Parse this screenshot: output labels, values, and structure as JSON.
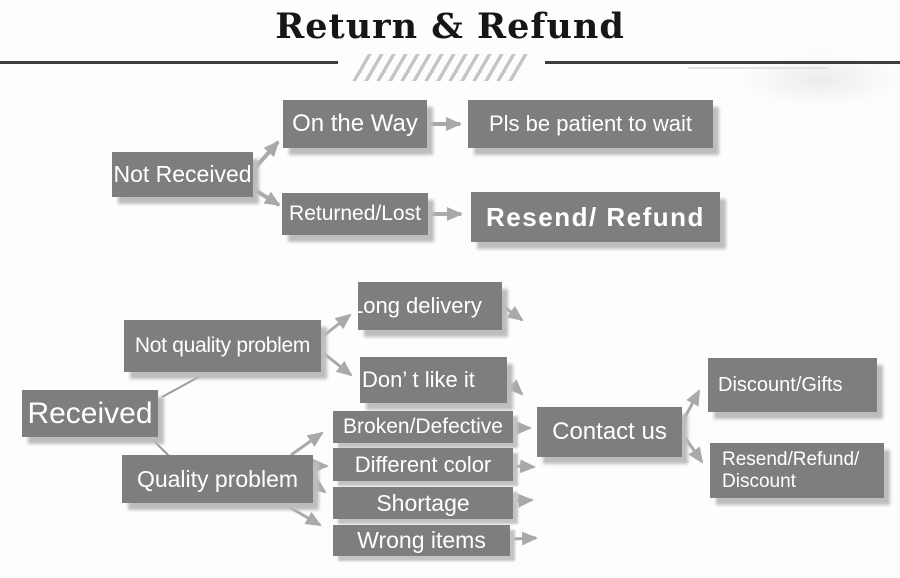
{
  "title": "Return & Refund",
  "nodes": {
    "not_received": "Not Received",
    "on_the_way": "On the Way",
    "pls_be_patient": "Pls be patient to wait",
    "returned_lost": "Returned/Lost",
    "resend_refund": "Resend/ Refund",
    "received": "Received",
    "not_quality_problem": "Not quality problem",
    "quality_problem": "Quality problem",
    "long_delivery": "Long delivery",
    "dont_like_it": "Don’ t like it",
    "broken_defective": "Broken/Defective",
    "different_color": "Different color",
    "shortage": "Shortage",
    "wrong_items": "Wrong items",
    "contact_us": "Contact us",
    "discount_gifts": "Discount/Gifts",
    "resend_refund_discount_line1": "Resend/Refund/",
    "resend_refund_discount_line2": "Discount"
  },
  "edges": [
    {
      "from": "not_received",
      "to": "on_the_way"
    },
    {
      "from": "not_received",
      "to": "returned_lost"
    },
    {
      "from": "on_the_way",
      "to": "pls_be_patient"
    },
    {
      "from": "returned_lost",
      "to": "resend_refund"
    },
    {
      "from": "received",
      "to": "not_quality_problem"
    },
    {
      "from": "received",
      "to": "quality_problem"
    },
    {
      "from": "not_quality_problem",
      "to": "long_delivery"
    },
    {
      "from": "not_quality_problem",
      "to": "dont_like_it"
    },
    {
      "from": "long_delivery",
      "to": "contact_us"
    },
    {
      "from": "dont_like_it",
      "to": "contact_us"
    },
    {
      "from": "quality_problem",
      "to": "broken_defective"
    },
    {
      "from": "quality_problem",
      "to": "different_color"
    },
    {
      "from": "quality_problem",
      "to": "shortage"
    },
    {
      "from": "quality_problem",
      "to": "wrong_items"
    },
    {
      "from": "broken_defective",
      "to": "contact_us"
    },
    {
      "from": "different_color",
      "to": "contact_us"
    },
    {
      "from": "shortage",
      "to": "contact_us"
    },
    {
      "from": "wrong_items",
      "to": "contact_us"
    },
    {
      "from": "contact_us",
      "to": "discount_gifts"
    },
    {
      "from": "contact_us",
      "to": "resend_refund_discount"
    }
  ],
  "colors": {
    "box_fill": "#7e7e7e",
    "box_text": "#ffffff",
    "arrow": "#a9a9a9",
    "connector": "#9b9b9b",
    "title_text": "#161616",
    "rule": "#3d3d3d",
    "hatch": "#c5c5c5",
    "background": "#fdfdfd"
  }
}
